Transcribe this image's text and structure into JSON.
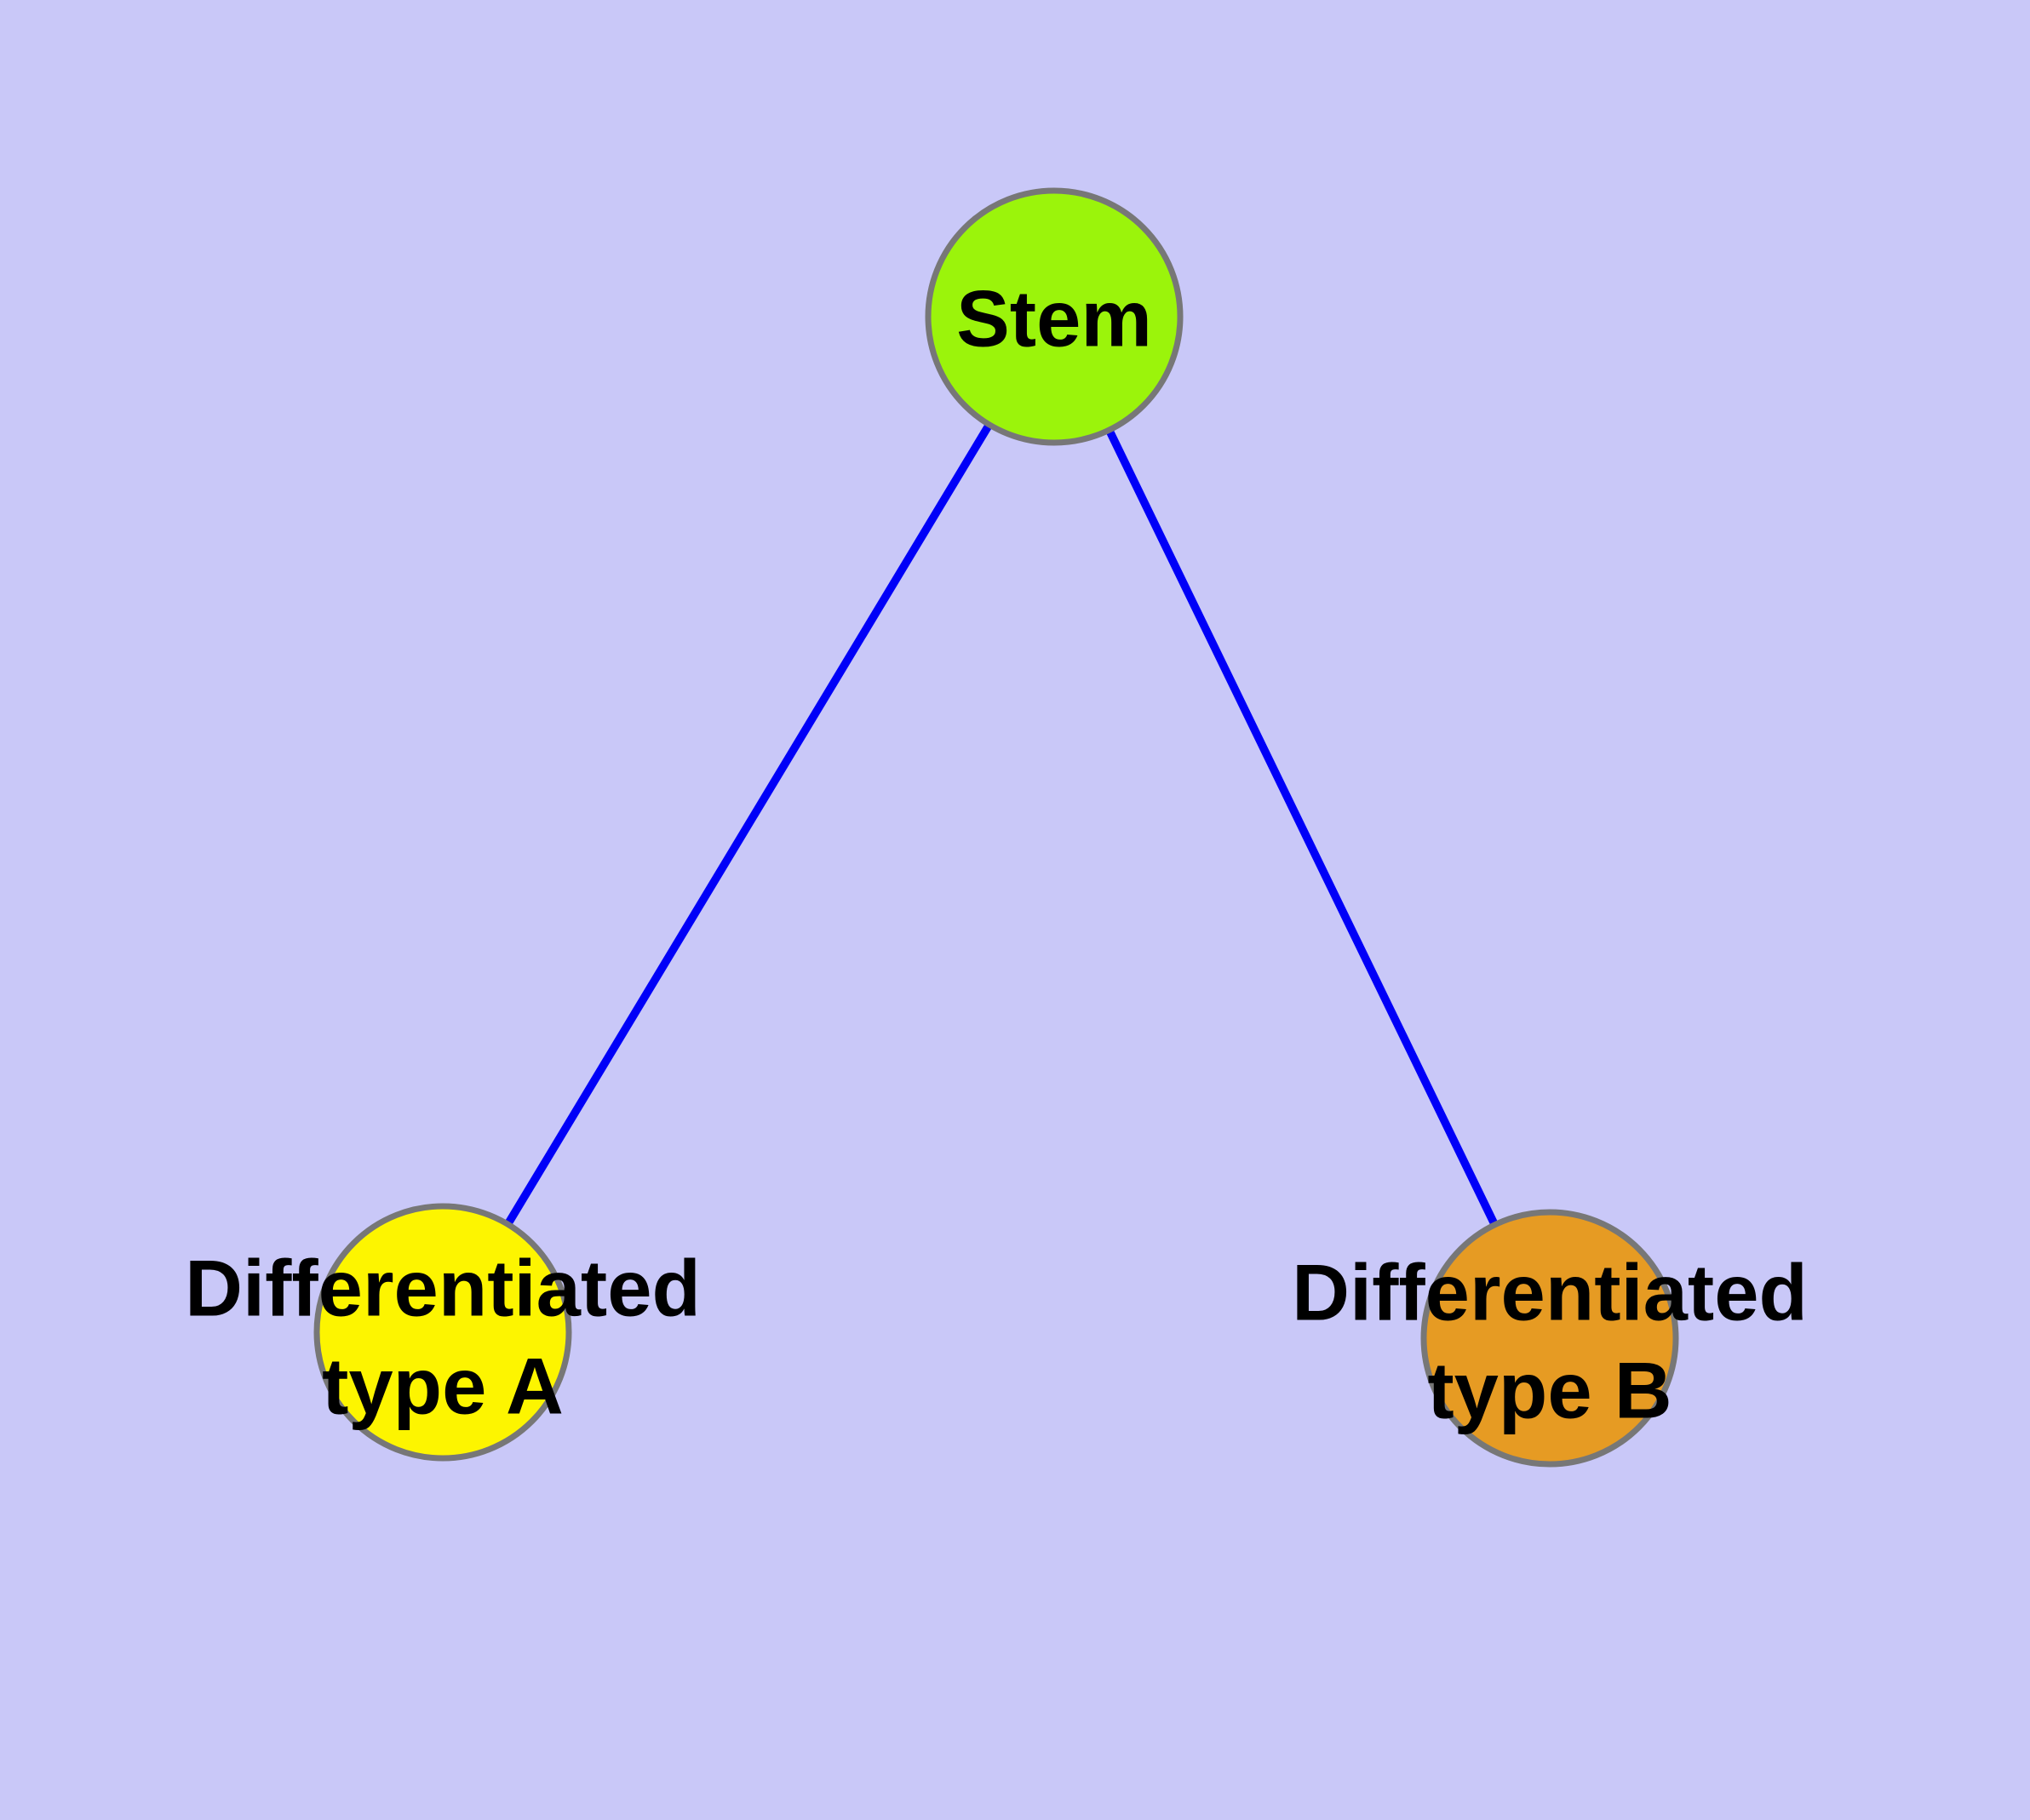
{
  "canvas": {
    "background_color": "#C9C8F8",
    "node_border_color": "#777777",
    "edge_color": "#0000F8",
    "label_color": "#000000"
  },
  "nodes": [
    {
      "id": "stem",
      "fill": "#9BF40B",
      "label_lines": [
        "Stem"
      ]
    },
    {
      "id": "type-a",
      "fill": "#FDF500",
      "label_lines": [
        "Differentiated",
        "type A"
      ]
    },
    {
      "id": "type-b",
      "fill": "#E69B23",
      "label_lines": [
        "Differentiated",
        "type B"
      ]
    }
  ],
  "edges": [
    {
      "from": "stem",
      "to": "type-a"
    },
    {
      "from": "stem",
      "to": "type-b"
    }
  ]
}
